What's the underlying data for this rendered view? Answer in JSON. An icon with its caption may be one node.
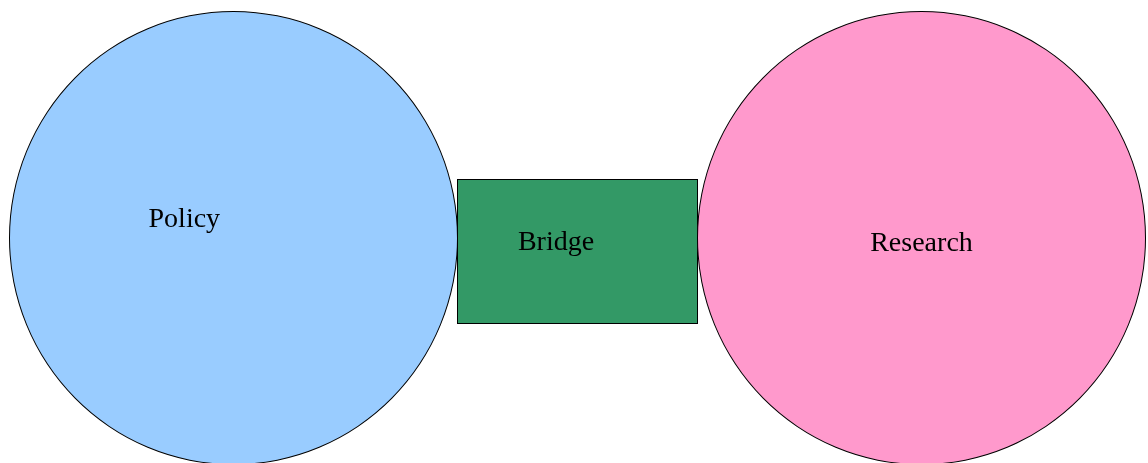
{
  "diagram": {
    "nodes": [
      {
        "text": [
          "Policy"
        ]
      },
      {
        "text": [
          "Bridge"
        ]
      },
      {
        "text": [
          "Research"
        ]
      }
    ],
    "edges": []
  }
}
